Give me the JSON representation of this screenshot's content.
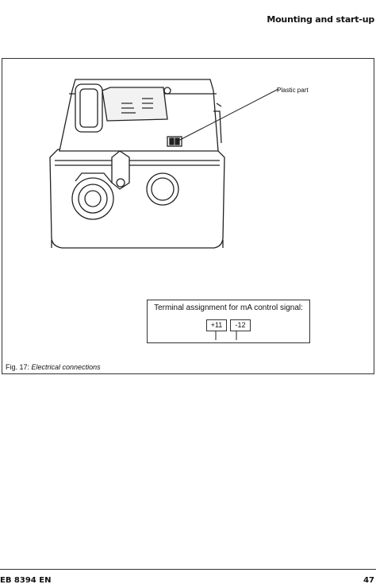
{
  "header": {
    "section_title": "Mounting and start-up"
  },
  "figure": {
    "callout_label": "Plastic part",
    "terminal_box": {
      "caption": "Terminal assignment for mA control signal:",
      "terminals": [
        "+11",
        "-12"
      ]
    },
    "caption_number": "Fig. 17:",
    "caption_text": "Electrical connections"
  },
  "footer": {
    "doc_code": "EB 8394 EN",
    "page_number": "47"
  }
}
